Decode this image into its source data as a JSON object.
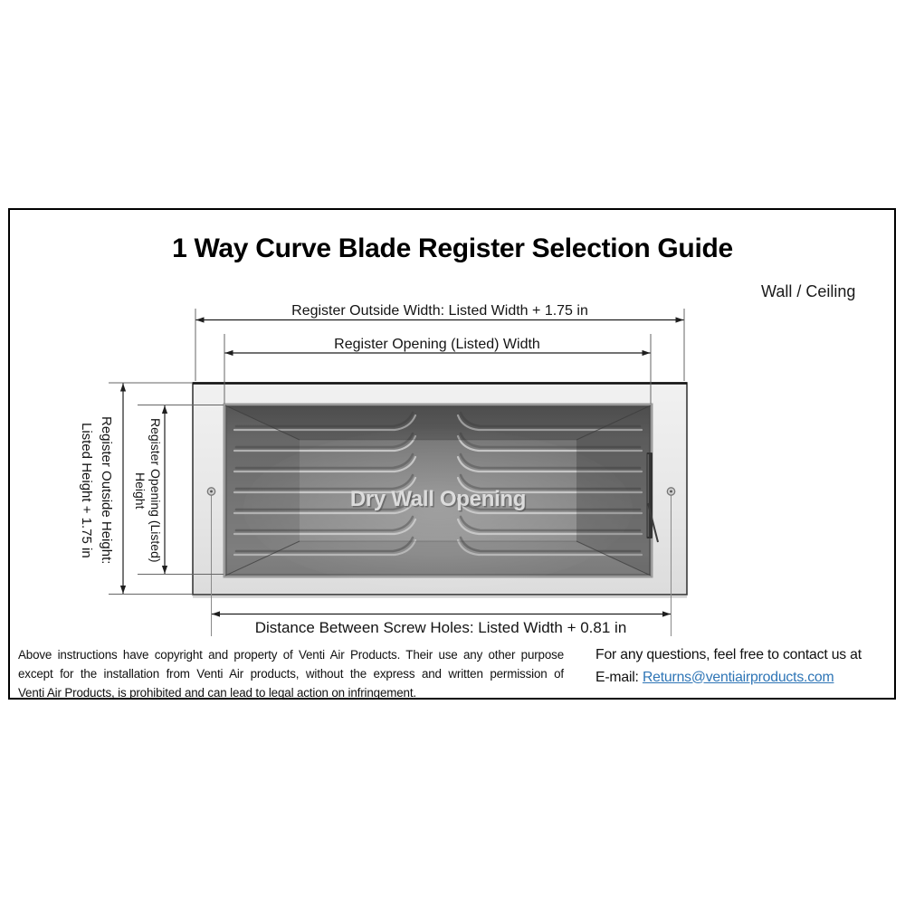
{
  "title": "1 Way Curve Blade Register Selection Guide",
  "orientation_label": "Wall / Ceiling",
  "register": {
    "drywall_label": "Dry Wall Opening",
    "dims": {
      "outside_width": "Register Outside Width: Listed Width + 1.75 in",
      "opening_width": "Register Opening (Listed) Width",
      "outside_height_line1": "Register Outside Height:",
      "outside_height_line2": "Listed Height + 1.75 in",
      "opening_height_line1": "Register Opening (Listed)",
      "opening_height_line2": "Height",
      "screw_distance": "Distance Between Screw Holes: Listed Width + 0.81 in"
    }
  },
  "footer": {
    "copyright_lines": [
      "Above instructions have copyright and property of Venti Air Products. Their use any other purpose",
      "except for the installation from Venti Air products, without the express and written permission of",
      "Venti Air Products, is prohibited and can lead to legal action on infringement."
    ],
    "contact_line": "For any questions, feel free to contact us at",
    "email_prefix": "E-mail:",
    "email_link": "Returns@ventiairproducts.com"
  },
  "colors": {
    "link_blue": "#2e75b6",
    "figure_border": "#000000",
    "dimension_line": "#1f1f1f",
    "register_face": "#e9e9e9",
    "opening_interior": "#7a7a7a"
  }
}
